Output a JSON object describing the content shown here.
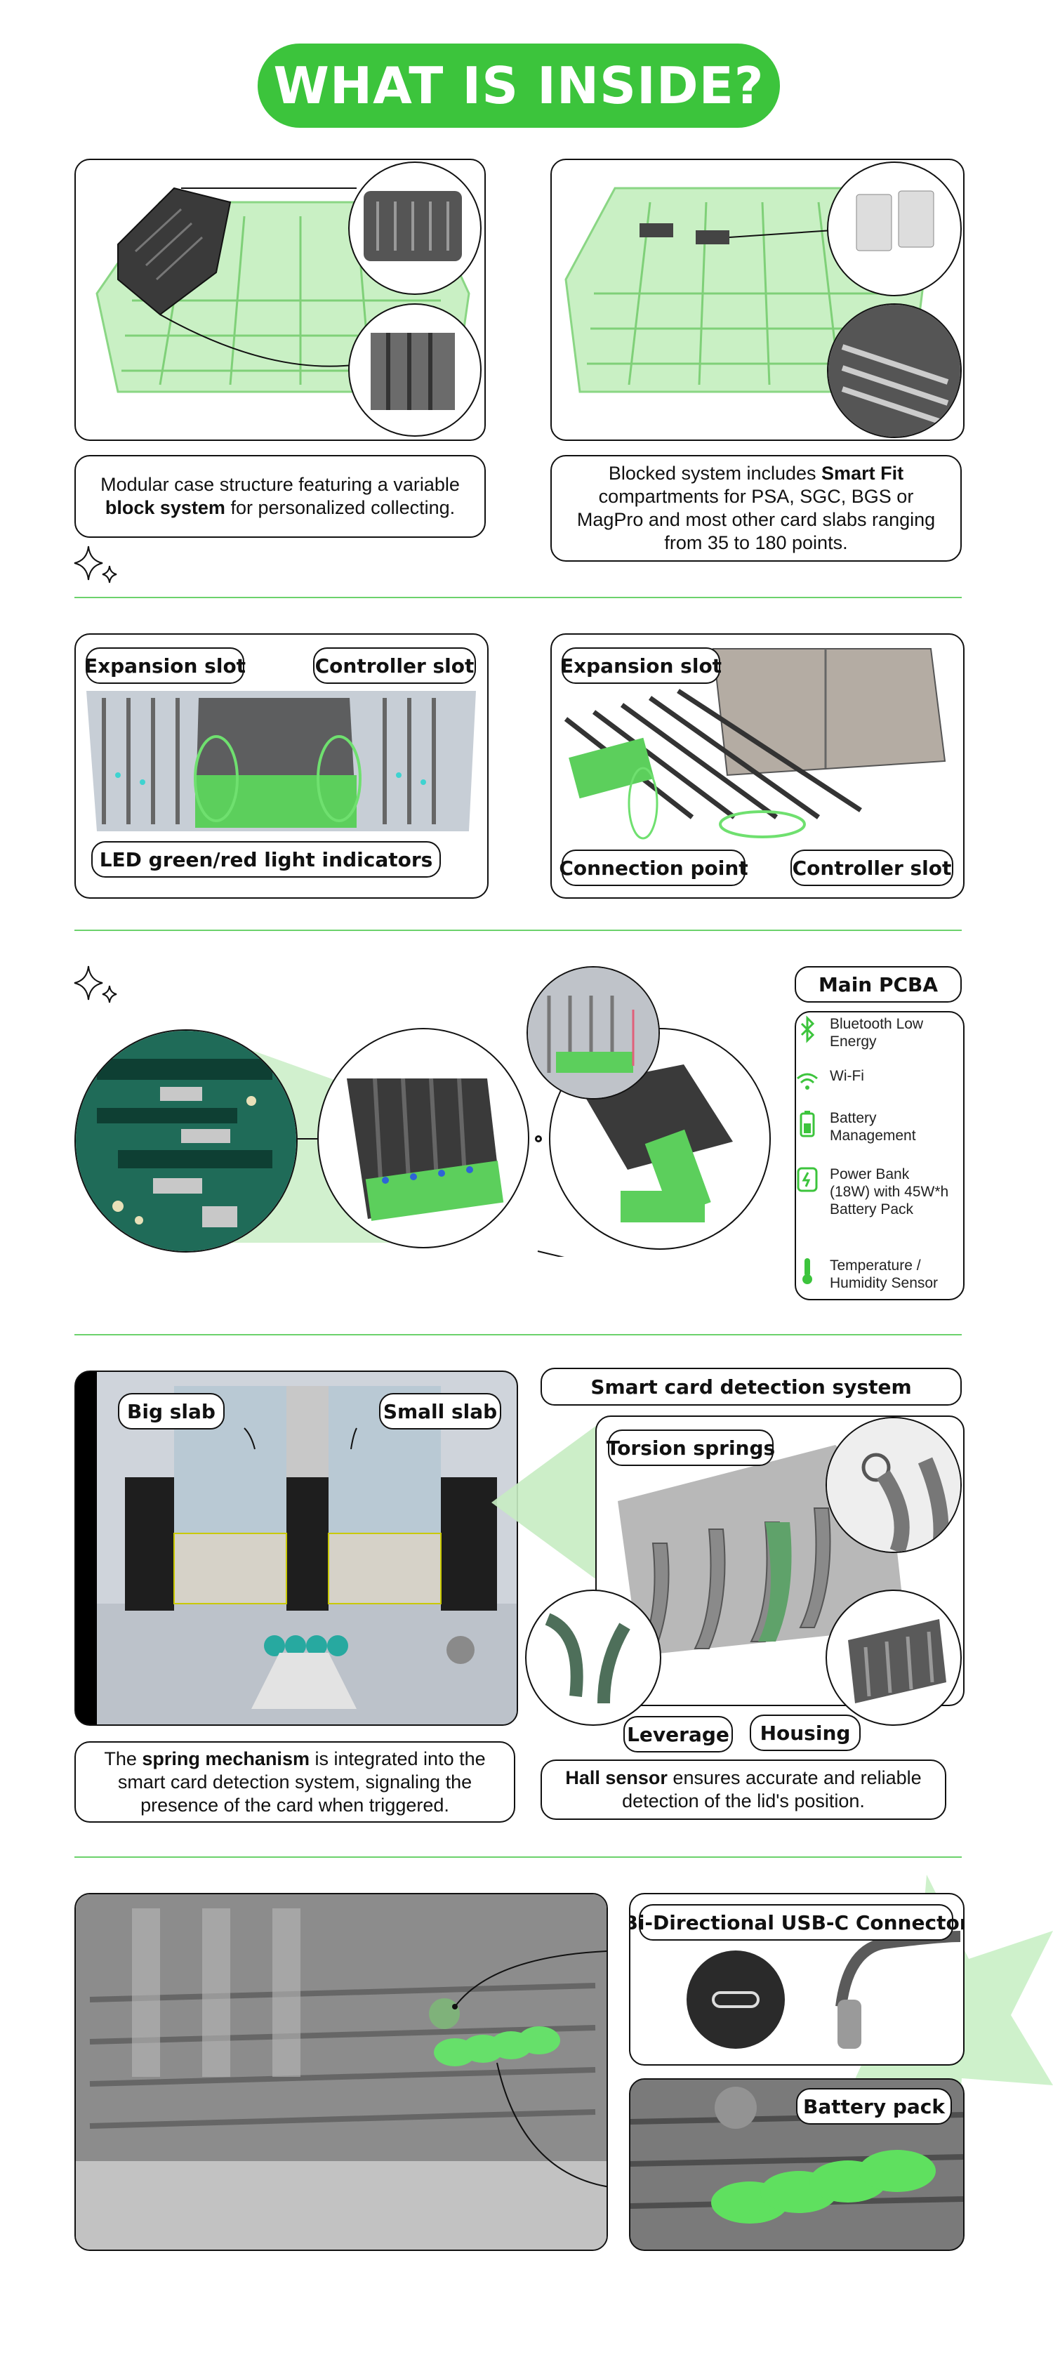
{
  "title": "WHAT IS INSIDE?",
  "section1": {
    "left_caption": {
      "pre": "Modular case structure featuring a variable ",
      "bold": "block system",
      "post": " for personalized collecting."
    },
    "right_caption": {
      "pre": "Blocked system includes ",
      "bold": "Smart Fit",
      "post": " compartments for PSA, SGC, BGS or MagPro and most other card slabs ranging from 35 to 180 points."
    }
  },
  "section2": {
    "left_tags": [
      "Expansion slot",
      "Controller slot",
      "LED green/red light indicators"
    ],
    "right_tags": [
      "Expansion slot",
      "Connection point",
      "Controller slot"
    ]
  },
  "section3": {
    "pcba_title": "Main PCBA",
    "features": [
      {
        "icon": "bluetooth-icon",
        "label": "Bluetooth Low Energy"
      },
      {
        "icon": "wifi-icon",
        "label": "Wi-Fi"
      },
      {
        "icon": "battery-icon",
        "label": "Battery Management"
      },
      {
        "icon": "power-bank-icon",
        "label": "Power Bank (18W) with 45W*h Battery Pack"
      },
      {
        "icon": "thermometer-icon",
        "label": "Temperature / Humidity Sensor"
      }
    ]
  },
  "section4": {
    "big_slab": "Big slab",
    "small_slab": "Small slab",
    "detection_title": "Smart card detection system",
    "torsion_springs": "Torsion springs",
    "leverage": "Leverage",
    "housing": "Housing",
    "left_caption": {
      "pre": "The ",
      "bold": "spring mechanism",
      "post": " is integrated into the smart card detection system, signaling the presence of the card when triggered."
    },
    "right_caption": {
      "bold": "Hall sensor",
      "post": " ensures accurate and reliable detection of the lid's position."
    }
  },
  "section5": {
    "usb_label": "Bi-Directional USB-C Connector",
    "battery_label": "Battery pack"
  },
  "colors": {
    "accent": "#3cc43c",
    "light_green": "#b9e9b5",
    "dark": "#2b2b2b"
  }
}
